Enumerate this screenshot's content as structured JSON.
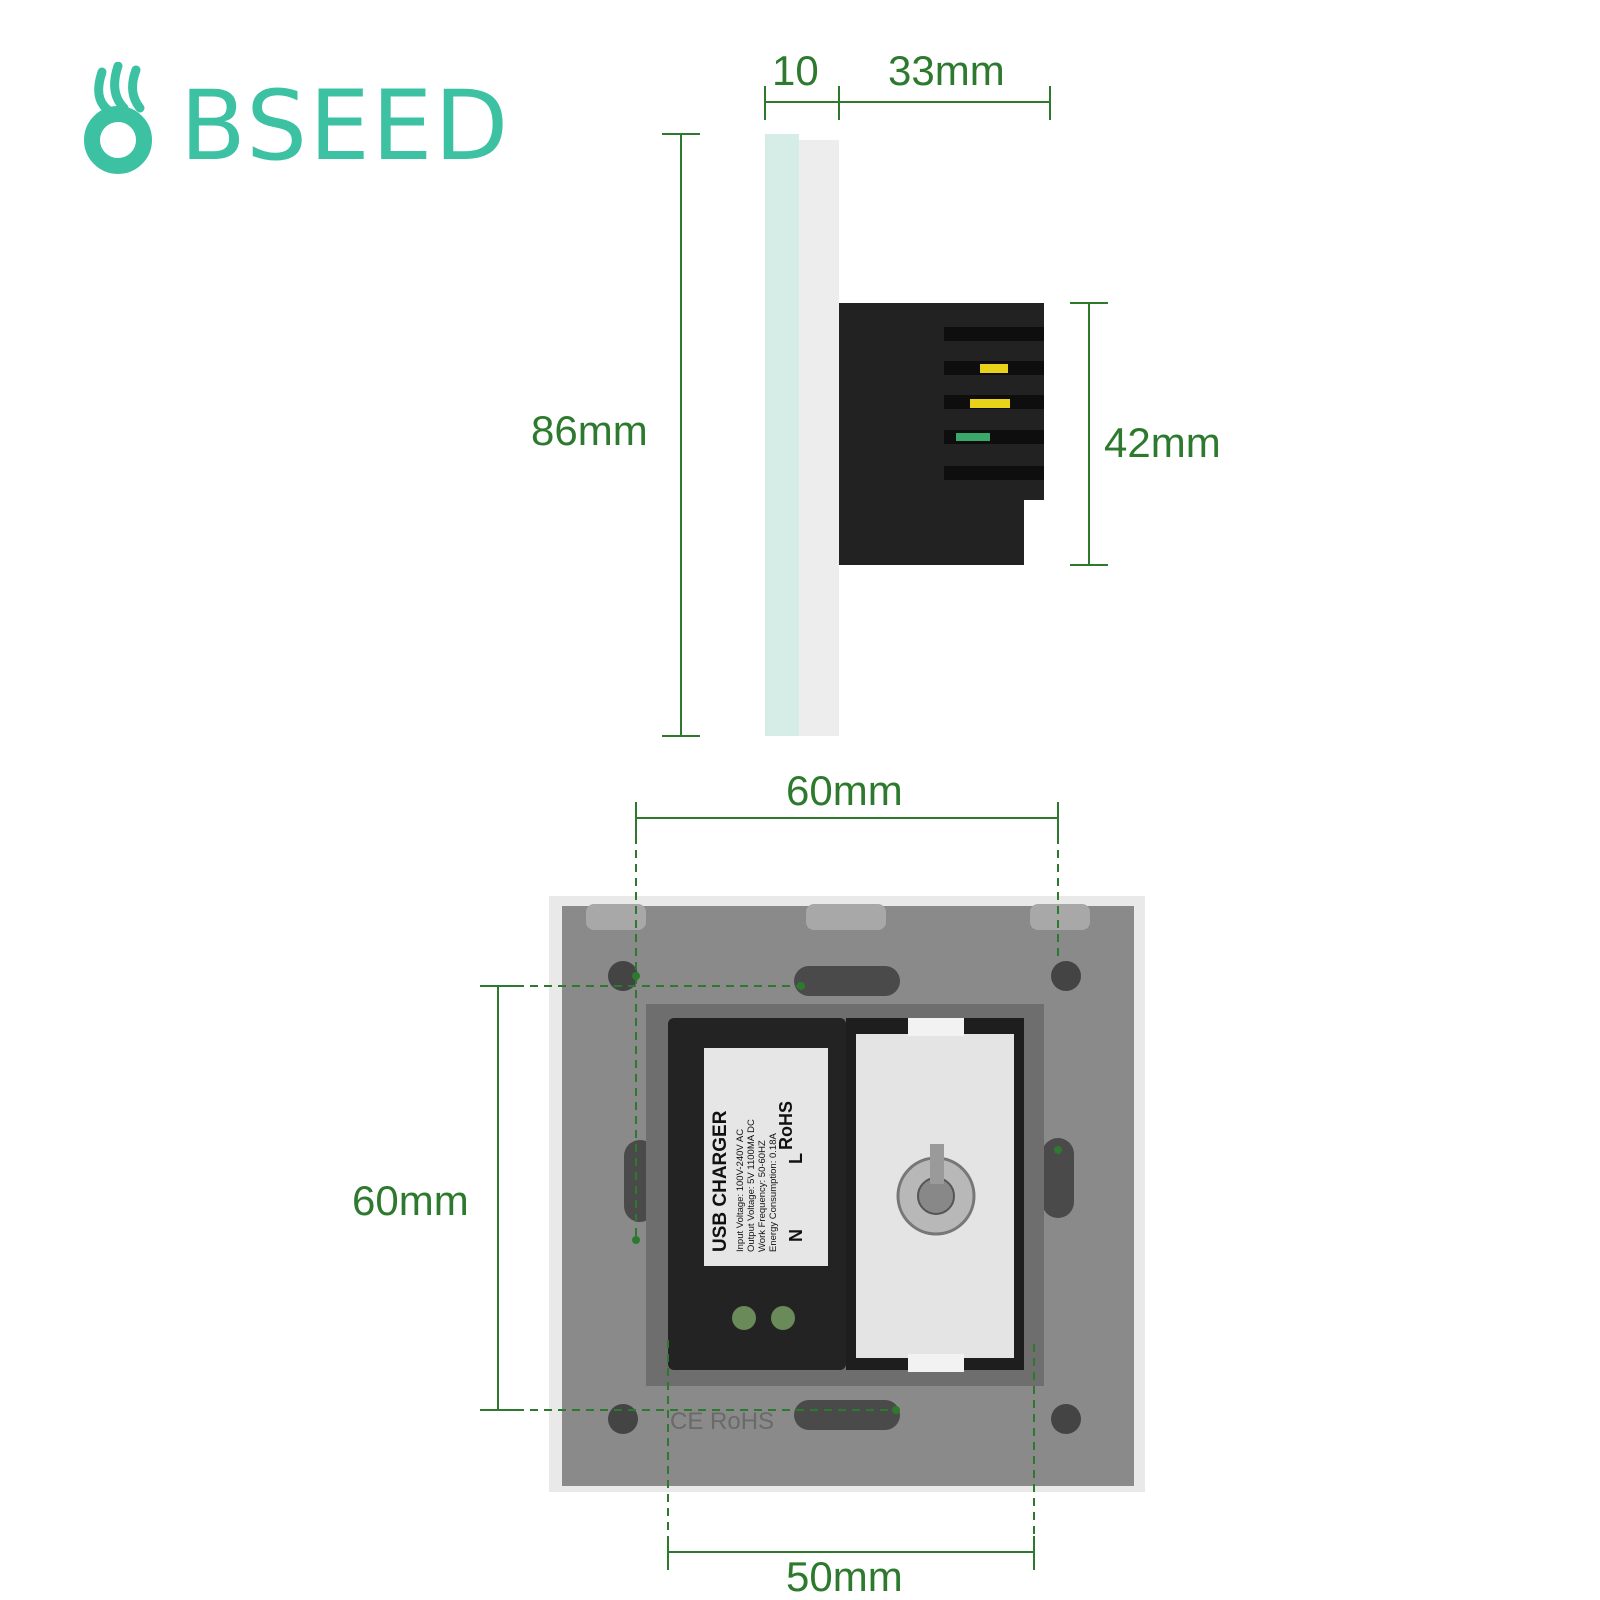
{
  "brand": {
    "name": "BSEED",
    "color": "#3cc2a3"
  },
  "dimensions": {
    "top_thickness": "10",
    "depth": "33mm",
    "panel_height": "86mm",
    "module_height": "42mm",
    "mount_width": "60mm",
    "mount_height": "60mm",
    "module_width": "50mm",
    "line_color": "#2d7a2f"
  },
  "module_label": {
    "title": "USB CHARGER",
    "specs": [
      "Input Voltage: 100V-240V AC",
      "Output Voltage: 5V 1100MA DC",
      "Work Frequency: 50-60HZ",
      "Energy Consumption: 0.18A"
    ],
    "rohs": "RoHS",
    "terminals": "N L"
  },
  "back_plate_marks": {
    "cert": "CE RoHS"
  }
}
